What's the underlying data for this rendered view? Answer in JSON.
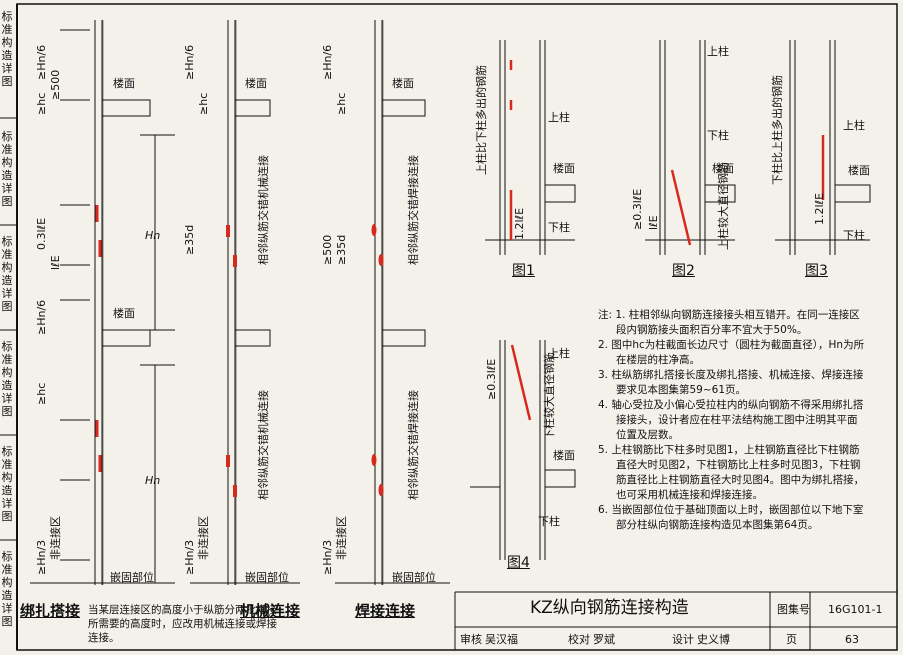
{
  "side_tabs": [
    "标准构造详图",
    "标准构造详图",
    "标准构造详图",
    "标准构造详图",
    "标准构造详图",
    "标准构造详图"
  ],
  "column_labels": {
    "hn6": "≥Hn/6",
    "hc": "≥hc",
    "d500": "≥500",
    "hn3": "≥Hn/3",
    "lle": "0.3lℓE",
    "lle2": "lℓE",
    "d35": "≥35d",
    "d500b": "≥500",
    "hn": "Hn",
    "floor": "楼面",
    "non_zone": "非连接区",
    "embed": "嵌固部位"
  },
  "column_notes": {
    "lap": "相邻纵筋交错机械连接",
    "weld": "相邻纵筋交错焊接连接"
  },
  "methods": {
    "lap": "绑扎搭接",
    "mech": "机械连接",
    "weld": "焊接连接"
  },
  "method_note": "当某层连接区的高度小于纵筋分两批搭接所需要的高度时，应改用机械连接或焊接连接。",
  "figures": {
    "f1": "图1",
    "f2": "图2",
    "f3": "图3",
    "f4": "图4",
    "upper": "上柱",
    "lower": "下柱",
    "floor": "楼面",
    "f1_note": "上柱比下柱多出的钢筋",
    "f2_note": "上柱较大直径钢筋",
    "f3_note": "下柱比上柱多出的钢筋",
    "f4_note": "下柱较大直径钢筋",
    "len12": "1.2lℓE",
    "len03": "≥0.3lℓE",
    "lle": "lℓE"
  },
  "notes_title": "注:",
  "notes": [
    "1. 柱相邻纵向钢筋连接接头相互错开。在同一连接区段内钢筋接头面积百分率不宜大于50%。",
    "2. 图中hc为柱截面长边尺寸（圆柱为截面直径），Hn为所在楼层的柱净高。",
    "3. 柱纵筋绑扎搭接长度及绑扎搭接、机械连接、焊接连接要求见本图集第59~61页。",
    "4. 轴心受拉及小偏心受拉柱内的纵向钢筋不得采用绑扎搭接接头，设计者应在柱平法结构施工图中注明其平面位置及层数。",
    "5. 上柱钢筋比下柱多时见图1，上柱钢筋直径比下柱钢筋直径大时见图2，下柱钢筋比上柱多时见图3，下柱钢筋直径比上柱钢筋直径大时见图4。图中为绑扎搭接，也可采用机械连接和焊接连接。",
    "6. 当嵌固部位位于基础顶面以上时，嵌固部位以下地下室部分柱纵向钢筋连接构造见本图集第64页。"
  ],
  "title_block": {
    "title": "KZ纵向钢筋连接构造",
    "atlas_label": "图集号",
    "atlas_no": "16G101-1",
    "review_label": "审核",
    "review_name": "吴汉福",
    "check_label": "校对",
    "check_name": "罗斌",
    "design_label": "设计",
    "design_name": "史义博",
    "page_label": "页",
    "page_no": "63"
  },
  "colors": {
    "bar_red": "#d62a1f",
    "ink": "#111111",
    "paper": "#f3f1ea"
  }
}
